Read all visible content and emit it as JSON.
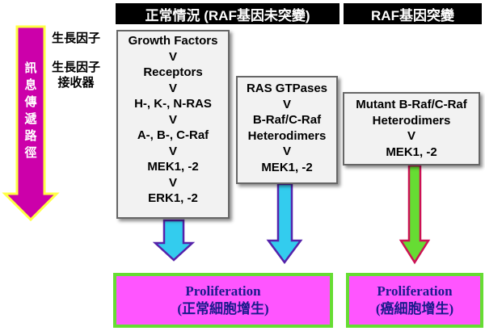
{
  "headers": {
    "normal": "正常情況 (RAF基因未突變)",
    "mutant": "RAF基因突變"
  },
  "side_arrow": {
    "label_chars": [
      "訊",
      "息",
      "傳",
      "遞",
      "路",
      "徑"
    ],
    "color": "#cc00aa"
  },
  "side_labels": {
    "growth_factor": "生長因子",
    "receptor_line1": "生長因子",
    "receptor_line2": "接收器"
  },
  "box_normal": {
    "lines": [
      "Growth Factors",
      "V",
      "Receptors",
      "V",
      "H-, K-, N-RAS",
      "V",
      "A-, B-, C-Raf",
      "V",
      "MEK1, -2",
      "V",
      "ERK1, -2"
    ]
  },
  "box_ras": {
    "lines": [
      "RAS GTPases",
      "V",
      "B-Raf/C-Raf",
      "Heterodimers",
      "V",
      "MEK1, -2"
    ]
  },
  "box_mutant": {
    "lines": [
      "Mutant B-Raf/C-Raf",
      "Heterodimers",
      "V",
      "MEK1, -2"
    ]
  },
  "results": {
    "normal_title": "Proliferation",
    "normal_sub": "(正常細胞增生)",
    "cancer_title": "Proliferation",
    "cancer_sub": "(癌細胞增生)"
  },
  "colors": {
    "arrow_blue_fill": "#33ccee",
    "arrow_blue_border": "#5522aa",
    "arrow_green_fill": "#66dd33",
    "arrow_green_border": "#cc1155",
    "result_fill": "#ff55ff",
    "result_border": "#66dd33"
  }
}
